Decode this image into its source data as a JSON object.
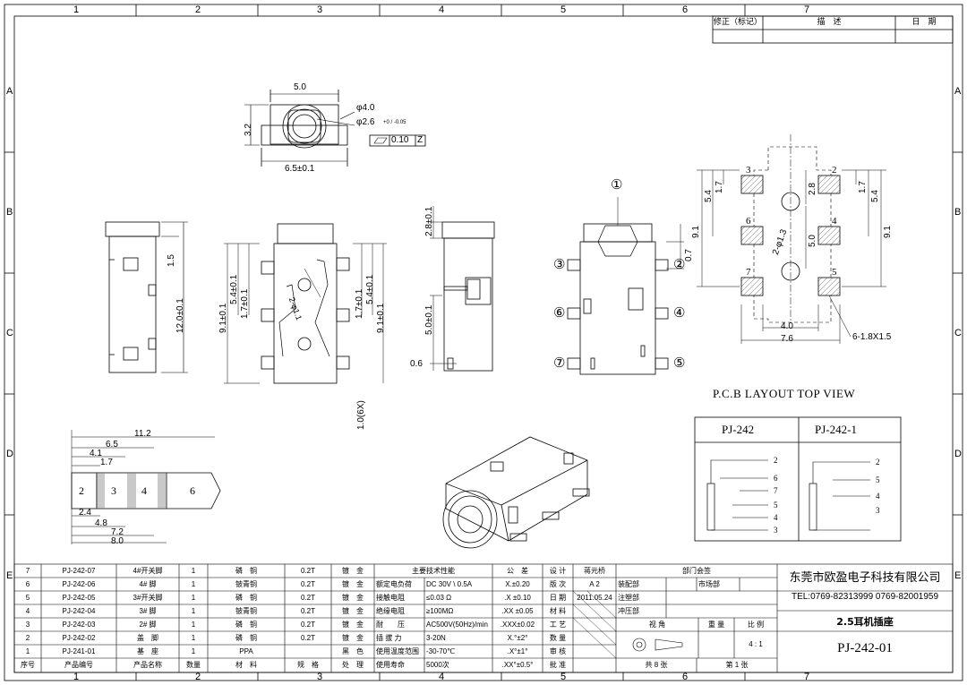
{
  "frame": {
    "zones_top": [
      "1",
      "2",
      "3",
      "4",
      "5",
      "6",
      "7"
    ],
    "zones_side": [
      "A",
      "B",
      "C",
      "D",
      "E"
    ]
  },
  "revision_header": {
    "col1": "修正（标记）",
    "col2": "描　述",
    "col3": "日　期"
  },
  "top_view": {
    "dim_width_top": "5.0",
    "dim_height": "3.2",
    "dim_dia": "φ4.0",
    "dim_dia2": "φ2.6",
    "dim_dia2_tol": "+0 / -0.05",
    "dim_width_bottom": "6.5±0.1",
    "flatness": {
      "symbol": "▱",
      "value": "0.10",
      "datum": "Z"
    }
  },
  "front_view": {
    "dim_h": "12.0±0.1",
    "dim_top": "1.5"
  },
  "side_view": {
    "dims_left": [
      "9.1±0.1",
      "5.4±0.1",
      "1.7±0.1"
    ],
    "dims_right": [
      "1.7±0.1",
      "5.4±0.1",
      "9.1±0.1"
    ],
    "hole": "2-φ1.1",
    "pin_width": "1.0(6X)"
  },
  "end_view": {
    "dim_top": "2.8±0.1",
    "dim_mid": "5.0±0.1",
    "dim_pin": "0.6"
  },
  "pin_view": {
    "callouts": [
      "①",
      "②",
      "③",
      "④",
      "⑤",
      "⑥",
      "⑦"
    ],
    "dim_right": "0.7"
  },
  "pcb": {
    "title": "P.C.B LAYOUT TOP VIEW",
    "pads": [
      "3",
      "2",
      "6",
      "4",
      "7",
      "5"
    ],
    "dims_left": [
      "9.1",
      "5.4",
      "1.7"
    ],
    "dims_right": [
      "1.7",
      "5.4",
      "9.1"
    ],
    "dims_center": [
      "2.8",
      "5.0"
    ],
    "hole": "2-φ1.3",
    "dim_w_inner": "4.0",
    "dim_w_outer": "7.6",
    "pad_callout": "6-1.8X1.5"
  },
  "plug": {
    "segments": [
      "2",
      "3",
      "4",
      "6"
    ],
    "dims_top": [
      "11.2",
      "6.5",
      "4.1",
      "1.7"
    ],
    "dims_bottom": [
      "2.4",
      "4.8",
      "7.2",
      "8.0"
    ]
  },
  "schematic": {
    "col1": "PJ-242",
    "col2": "PJ-242-1",
    "pins1": [
      "2",
      "6",
      "7",
      "5",
      "4",
      "3"
    ],
    "pins2": [
      "2",
      "5",
      "4",
      "3"
    ]
  },
  "bom": {
    "rows": [
      [
        "7",
        "PJ-242-07",
        "4#开关脚",
        "1",
        "磷　铜",
        "0.2T",
        "镀　金"
      ],
      [
        "6",
        "PJ-242-06",
        "4#  脚",
        "1",
        "铍青铜",
        "0.2T",
        "镀　金"
      ],
      [
        "5",
        "PJ-242-05",
        "3#开关脚",
        "1",
        "磷　铜",
        "0.2T",
        "镀　金"
      ],
      [
        "4",
        "PJ-242-04",
        "3#  脚",
        "1",
        "铍青铜",
        "0.2T",
        "镀　金"
      ],
      [
        "3",
        "PJ-242-03",
        "2#  脚",
        "1",
        "磷　铜",
        "0.2T",
        "镀　金"
      ],
      [
        "2",
        "PJ-242-02",
        "盖　脚",
        "1",
        "磷　铜",
        "0.2T",
        "镀　金"
      ],
      [
        "1",
        "PJ-241-01",
        "基　座",
        "1",
        "PPA",
        "",
        ""
      ]
    ],
    "footer": [
      "序号",
      "产品编号",
      "产品名称",
      "数量",
      "材　料",
      "规　格",
      "处　理"
    ],
    "side_footer": "黑　色"
  },
  "specs": {
    "title": "主要技术性能",
    "rows": [
      [
        "额定电负荷",
        "DC 30V \\ 0.5A"
      ],
      [
        "接触电阻",
        "≤0.03  Ω"
      ],
      [
        "绝缘电阻",
        "≥100MΩ"
      ],
      [
        "耐　　压",
        "AC500V(50Hz)/min"
      ],
      [
        "插 拔 力",
        "3-20N"
      ],
      [
        "使用温度范围",
        "-30-70℃"
      ],
      [
        "使用寿命",
        "5000次"
      ]
    ]
  },
  "tolerance": {
    "title": "公　差",
    "rows": [
      "X.±0.20",
      ".X ±0.10",
      ".XX ±0.05",
      ".XXX±0.02",
      "X.°±2°",
      ".X°±1°",
      ".XX°±0.5°"
    ]
  },
  "signoff": {
    "labels": [
      "设  计",
      "版  次",
      "日  期",
      "材  料",
      "工  艺",
      "数  量",
      "审  核",
      "批  准"
    ],
    "values": [
      "蒋元桥",
      "A 2",
      "2011.05.24",
      "",
      "",
      "",
      "",
      ""
    ]
  },
  "dept": {
    "title": "部门会签",
    "items": [
      "装配部",
      "市场部",
      "注塑部",
      "冲压部"
    ]
  },
  "title_block": {
    "company": "东莞市欧盈电子科技有限公司",
    "tel": "TEL:0769-82313999  0769-82001959",
    "product": "2.5耳机插座",
    "part_no": "PJ-242-01",
    "view_label": "视  角",
    "weight_label": "重  量",
    "scale_label": "比  例",
    "scale_value": "4 : 1",
    "sheets_total": "共  8  张",
    "sheet_no": "第  1  张"
  }
}
